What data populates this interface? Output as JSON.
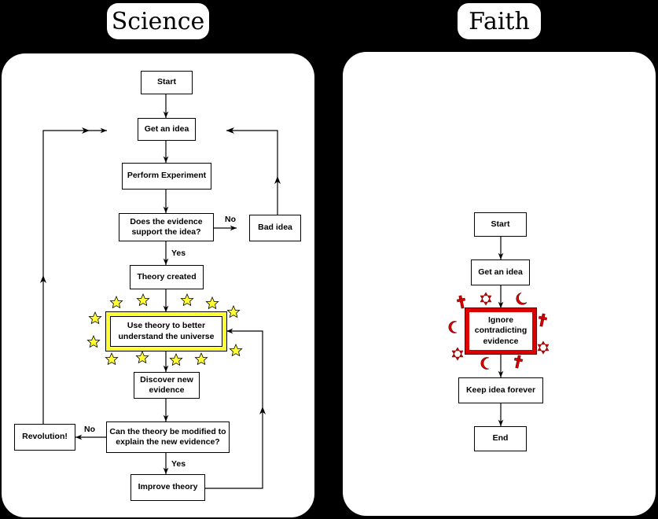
{
  "colors": {
    "background": "#000000",
    "panel": "#ffffff",
    "star_fill": "#ffff33",
    "faith_highlight": "#dd0000"
  },
  "science": {
    "title": "Science",
    "nodes": {
      "start": "Start",
      "get_idea": "Get an idea",
      "perform_experiment": "Perform Experiment",
      "evidence_support": "Does the evidence support the idea?",
      "bad_idea": "Bad idea",
      "theory_created": "Theory created",
      "use_theory": "Use theory to better understand the universe",
      "discover_evidence": "Discover new evidence",
      "can_modify": "Can the theory be modified to explain the new evidence?",
      "revolution": "Revolution!",
      "improve_theory": "Improve theory"
    },
    "edge_labels": {
      "evidence_no": "No",
      "evidence_yes": "Yes",
      "modify_no": "No",
      "modify_yes": "Yes"
    },
    "decoration_icon": "star-icon"
  },
  "faith": {
    "title": "Faith",
    "nodes": {
      "start": "Start",
      "get_idea": "Get an idea",
      "ignore_evidence": "Ignore contradicting evidence",
      "keep_idea": "Keep idea forever",
      "end": "End"
    },
    "decoration_icons": [
      "cross-icon",
      "star-of-david-icon",
      "crescent-icon"
    ]
  }
}
